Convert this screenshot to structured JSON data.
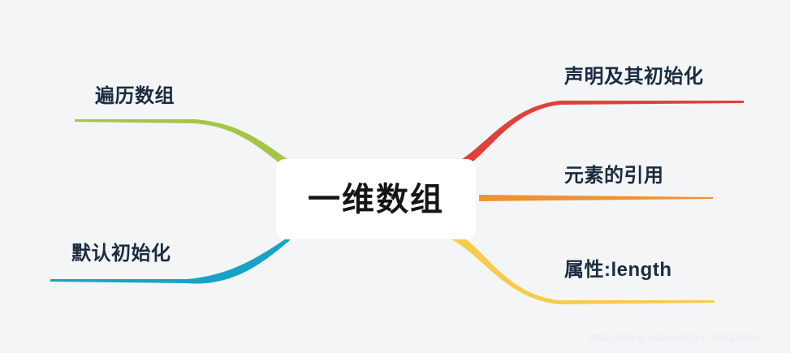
{
  "diagram": {
    "type": "mind-map",
    "background_color": "#f4f5f7",
    "center": {
      "label": "一维数组",
      "text_color": "#151515",
      "fill_color": "#ffffff"
    },
    "branches": [
      {
        "id": "declaration",
        "label": "声明及其初始化",
        "color": "#e0413a",
        "side": "right",
        "position": "top",
        "shape": "curve"
      },
      {
        "id": "element-reference",
        "label": "元素的引用",
        "color": "#ef9234",
        "side": "right",
        "position": "middle",
        "shape": "straight"
      },
      {
        "id": "length-property",
        "label": "属性:length",
        "color": "#f6cc4a",
        "side": "right",
        "position": "bottom",
        "shape": "curve"
      },
      {
        "id": "traverse-array",
        "label": "遍历数组",
        "color": "#a5c549",
        "side": "left",
        "position": "top",
        "shape": "curve"
      },
      {
        "id": "default-initialization",
        "label": "默认初始化",
        "color": "#18a3c6",
        "side": "left",
        "position": "bottom",
        "shape": "curve"
      }
    ],
    "watermark": "https://blog.csdn.net/qq_45625194"
  }
}
